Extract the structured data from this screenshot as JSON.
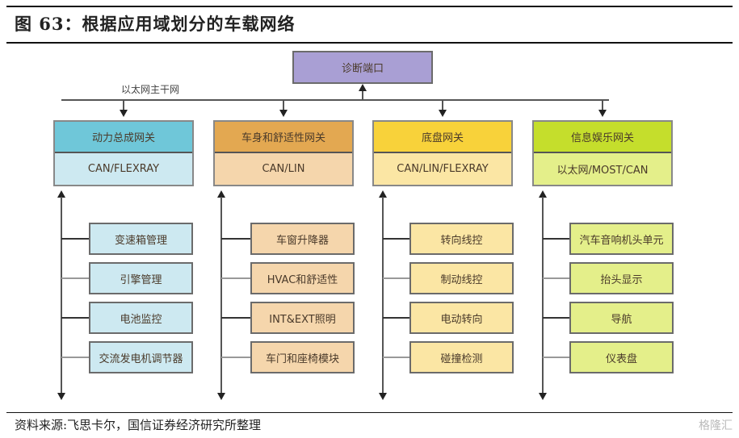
{
  "title": "图 63：根据应用域划分的车载网络",
  "diagnostic_port": "诊断端口",
  "backbone_label": "以太网主干网",
  "gateways": [
    {
      "name": "动力总成网关",
      "protocol": "CAN/FLEXRAY",
      "header_color": "#6fc7d9",
      "body_color": "#cde9f1",
      "children": [
        "变速箱管理",
        "引擎管理",
        "电池监控",
        "交流发电机调节器"
      ]
    },
    {
      "name": "车身和舒适性网关",
      "protocol": "CAN/LIN",
      "header_color": "#e3a851",
      "body_color": "#f5d6ac",
      "children": [
        "车窗升降器",
        "HVAC和舒适性",
        "INT&EXT照明",
        "车门和座椅模块"
      ]
    },
    {
      "name": "底盘网关",
      "protocol": "CAN/LIN/FLEXRAY",
      "header_color": "#f8d23a",
      "body_color": "#fbe6a4",
      "children": [
        "转向线控",
        "制动线控",
        "电动转向",
        "碰撞检测"
      ]
    },
    {
      "name": "信息娱乐网关",
      "protocol": "以太网/MOST/CAN",
      "header_color": "#c5de2c",
      "body_color": "#e4ef8a",
      "children": [
        "汽车音响机头单元",
        "抬头显示",
        "导航",
        "仪表盘"
      ]
    }
  ],
  "footer": "资料来源:飞思卡尔，国信证券经济研究所整理",
  "watermark": "格隆汇"
}
